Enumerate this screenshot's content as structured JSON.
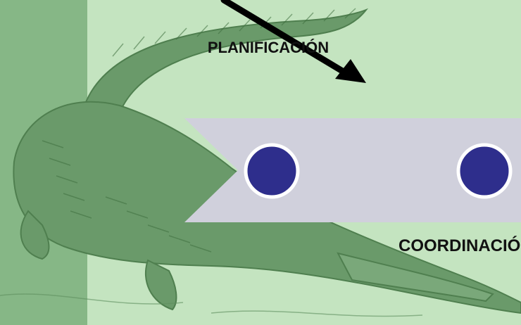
{
  "slide": {
    "top_label": "PLANIFICACIÓN",
    "bottom_label": "COORDINACIÓN"
  },
  "colors": {
    "background_dark": "#86b786",
    "background_light": "#c4e4c0",
    "band": "#d0d0dc",
    "node_fill": "#2e2e8c",
    "node_stroke": "#ffffff",
    "arrow": "#000000",
    "crocodile": "#5f8f5f"
  },
  "icons": [
    "crocodile-illustration",
    "arrow-icon",
    "process-node-icon"
  ]
}
